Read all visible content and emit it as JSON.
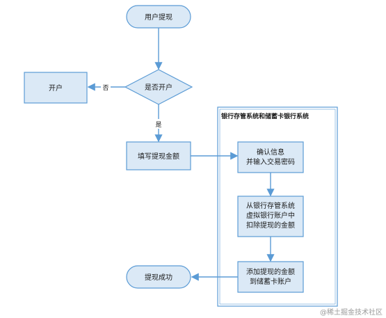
{
  "diagram": {
    "nodes": {
      "start": "用户提现",
      "decision": "是否开户",
      "open_account": "开户",
      "fill_amount": "填写提现金额",
      "confirm": [
        "确认信息",
        "并输入交易密码"
      ],
      "deduct": [
        "从银行存管系统",
        "虚拟银行账户中",
        "扣除提现的金额"
      ],
      "add": [
        "添加提现的金额",
        "到储蓄卡账户"
      ],
      "success": "提现成功"
    },
    "edge_labels": {
      "no": "否",
      "yes": "是"
    },
    "group_title": "银行存管系统和储蓄卡银行系统",
    "watermark": "@稀土掘金技术社区"
  },
  "colors": {
    "fill": "#dbe9f6",
    "stroke": "#5b9bd5",
    "arrow": "#5b9bd5",
    "text": "#1b1b1b"
  }
}
